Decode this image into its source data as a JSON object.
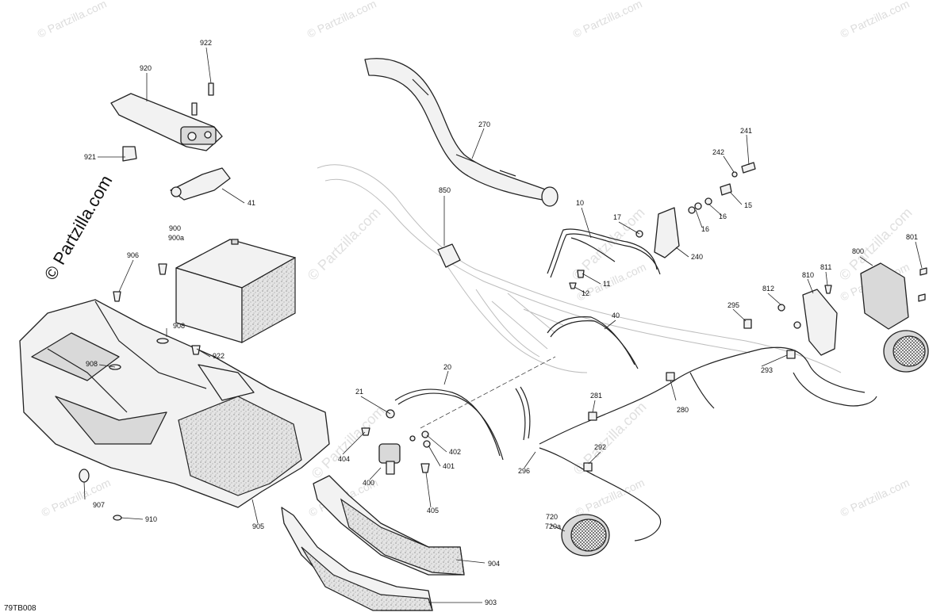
{
  "diagram_code": "79TB008",
  "brand_mark": "© Partzilla.com",
  "watermarks": [
    {
      "text": "© Partzilla.com"
    },
    {
      "text": "© Partzilla.com"
    },
    {
      "text": "© Partzilla.com"
    },
    {
      "text": "© Partzilla.com"
    },
    {
      "text": "© Partzilla.com"
    },
    {
      "text": "© Partzilla.com"
    },
    {
      "text": "© Partzilla.com"
    },
    {
      "text": "© Partzilla.com"
    },
    {
      "text": "© Partzilla.com"
    },
    {
      "text": "© Partzilla.com"
    },
    {
      "text": "© Partzilla.com"
    },
    {
      "text": "© Partzilla.com"
    },
    {
      "text": "© Partzilla.com"
    },
    {
      "text": "© Partzilla.com"
    },
    {
      "text": "© Partzilla.com"
    }
  ],
  "callouts": [
    "922",
    "920",
    "921",
    "41",
    "900",
    "900a",
    "906",
    "908",
    "908",
    "922",
    "907",
    "910",
    "905",
    "904",
    "903",
    "270",
    "850",
    "10",
    "17",
    "11",
    "12",
    "241",
    "242",
    "15",
    "16",
    "16",
    "240",
    "40",
    "20",
    "21",
    "404",
    "400",
    "401",
    "402",
    "405",
    "296",
    "281",
    "280",
    "292",
    "295",
    "293",
    "720",
    "720a",
    "800",
    "801",
    "810",
    "811",
    "812"
  ]
}
